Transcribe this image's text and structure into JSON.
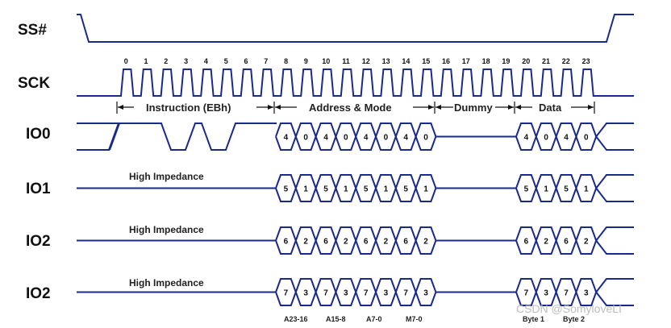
{
  "signals": {
    "ss": "SS#",
    "sck": "SCK",
    "io0": "IO0",
    "io1": "IO1",
    "io2a": "IO2",
    "io2b": "IO2"
  },
  "cycles": [
    "0",
    "1",
    "2",
    "3",
    "4",
    "5",
    "6",
    "7",
    "8",
    "9",
    "10",
    "11",
    "12",
    "13",
    "14",
    "15",
    "16",
    "17",
    "18",
    "19",
    "20",
    "21",
    "22",
    "23"
  ],
  "phases": {
    "instruction": "Instruction (EBh)",
    "address": "Address & Mode",
    "dummy": "Dummy",
    "data": "Data"
  },
  "high_impedance": "High Impedance",
  "io0_address_bits": [
    "4",
    "0",
    "4",
    "0",
    "4",
    "0",
    "4",
    "0"
  ],
  "io0_data_bits": [
    "4",
    "0",
    "4",
    "0"
  ],
  "io1_address_bits": [
    "5",
    "1",
    "5",
    "1",
    "5",
    "1",
    "5",
    "1"
  ],
  "io1_data_bits": [
    "5",
    "1",
    "5",
    "1"
  ],
  "io2_address_bits": [
    "6",
    "2",
    "6",
    "2",
    "6",
    "2",
    "6",
    "2"
  ],
  "io2_data_bits": [
    "6",
    "2",
    "6",
    "2"
  ],
  "io3_address_bits": [
    "7",
    "3",
    "7",
    "3",
    "7",
    "3",
    "7",
    "3"
  ],
  "io3_data_bits": [
    "7",
    "3",
    "7",
    "3"
  ],
  "address_labels": [
    "A23-16",
    "A15-8",
    "A7-0",
    "M7-0"
  ],
  "byte_labels": [
    "Byte 1",
    "Byte 2"
  ],
  "watermark": "CSDN @SomyloveLI",
  "colors": {
    "wave": "#1a2a8c",
    "text": "#111111",
    "watermark": "#bdbdbd"
  }
}
